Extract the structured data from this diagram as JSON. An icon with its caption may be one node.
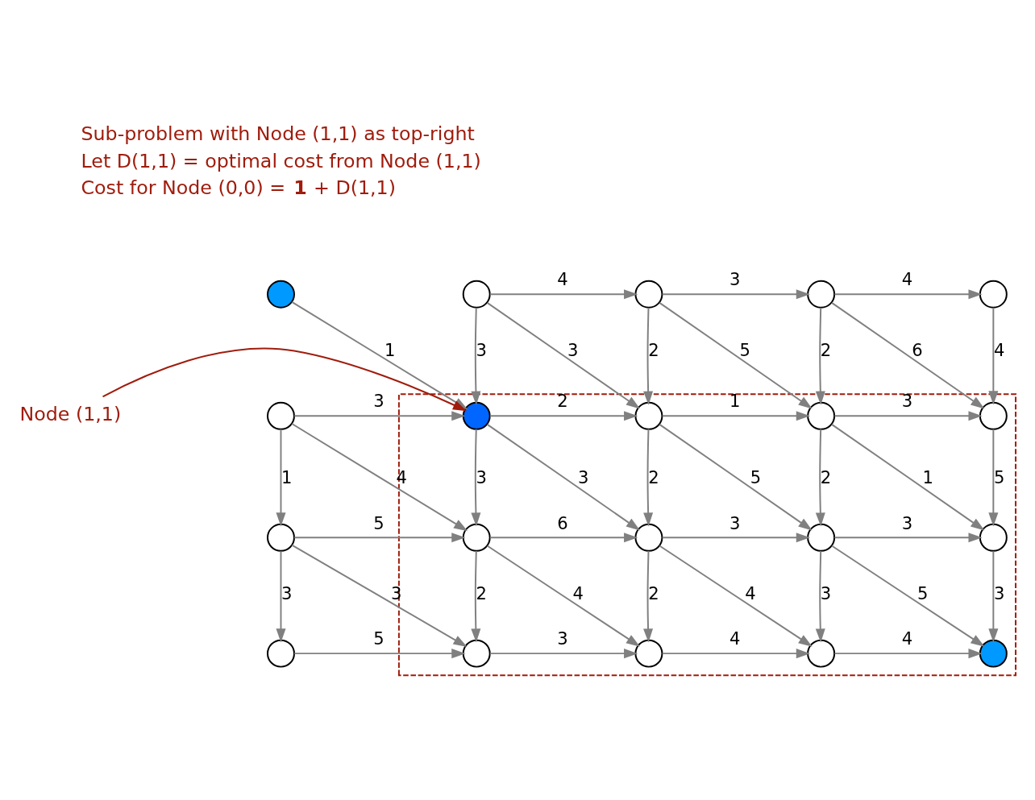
{
  "diagram": {
    "nodes": [
      {
        "text": [],
        "shape": "box"
      },
      {
        "text": [],
        "shape": "circle"
      },
      {
        "text": [],
        "shape": "circle"
      },
      {
        "text": [],
        "shape": "circle"
      },
      {
        "text": [],
        "shape": "circle"
      },
      {
        "text": [],
        "shape": "circle"
      },
      {
        "text": [],
        "shape": "circle"
      },
      {
        "text": [],
        "shape": "circle",
        "in": 0
      },
      {
        "text": [],
        "shape": "circle",
        "in": 0
      },
      {
        "text": [],
        "shape": "circle",
        "in": 0
      },
      {
        "text": [],
        "shape": "circle",
        "in": 0
      },
      {
        "text": [],
        "shape": "circle"
      },
      {
        "text": [],
        "shape": "circle",
        "in": 0
      },
      {
        "text": [],
        "shape": "circle",
        "in": 0
      },
      {
        "text": [],
        "shape": "circle",
        "in": 0
      },
      {
        "text": [],
        "shape": "circle",
        "in": 0
      },
      {
        "text": [],
        "shape": "circle"
      },
      {
        "text": [],
        "shape": "circle",
        "in": 0
      },
      {
        "text": [],
        "shape": "circle",
        "in": 0
      },
      {
        "text": [],
        "shape": "circle",
        "in": 0
      },
      {
        "text": [],
        "shape": "circle",
        "in": 0
      },
      {
        "text": [
          "Node (1,1)"
        ]
      }
    ],
    "edges": [
      {
        "from": 1,
        "to": 7,
        "arrow": "to",
        "label": "1"
      },
      {
        "from": 2,
        "to": 3,
        "arrow": "to",
        "label": "4"
      },
      {
        "from": 3,
        "to": 4,
        "arrow": "to",
        "label": "3"
      },
      {
        "from": 4,
        "to": 5,
        "arrow": "to",
        "label": "4"
      },
      {
        "from": 2,
        "to": 7,
        "arrow": "to",
        "label": "3"
      },
      {
        "from": 2,
        "to": 8,
        "arrow": "to",
        "label": "3"
      },
      {
        "from": 3,
        "to": 8,
        "arrow": "to",
        "label": "2"
      },
      {
        "from": 3,
        "to": 9,
        "arrow": "to",
        "label": "5"
      },
      {
        "from": 4,
        "to": 9,
        "arrow": "to",
        "label": "2"
      },
      {
        "from": 4,
        "to": 10,
        "arrow": "to",
        "label": "6"
      },
      {
        "from": 5,
        "to": 10,
        "arrow": "to",
        "label": "4"
      },
      {
        "from": 6,
        "to": 7,
        "arrow": "to",
        "label": "3"
      },
      {
        "from": 7,
        "to": 8,
        "arrow": "to",
        "label": "2"
      },
      {
        "from": 8,
        "to": 9,
        "arrow": "to",
        "label": "1"
      },
      {
        "from": 9,
        "to": 10,
        "arrow": "to",
        "label": "3"
      },
      {
        "from": 6,
        "to": 11,
        "arrow": "to",
        "label": "1"
      },
      {
        "from": 6,
        "to": 12,
        "arrow": "to",
        "label": "4"
      },
      {
        "from": 7,
        "to": 12,
        "arrow": "to",
        "label": "3"
      },
      {
        "from": 7,
        "to": 13,
        "arrow": "to",
        "label": "3"
      },
      {
        "from": 8,
        "to": 13,
        "arrow": "to",
        "label": "2"
      },
      {
        "from": 8,
        "to": 14,
        "arrow": "to",
        "label": "5"
      },
      {
        "from": 9,
        "to": 14,
        "arrow": "to",
        "label": "2"
      },
      {
        "from": 9,
        "to": 15,
        "arrow": "to",
        "label": "1"
      },
      {
        "from": 10,
        "to": 15,
        "arrow": "to",
        "label": "5"
      },
      {
        "from": 11,
        "to": 12,
        "arrow": "to",
        "label": "5"
      },
      {
        "from": 12,
        "to": 13,
        "arrow": "to",
        "label": "6"
      },
      {
        "from": 13,
        "to": 14,
        "arrow": "to",
        "label": "3"
      },
      {
        "from": 14,
        "to": 15,
        "arrow": "to",
        "label": "3"
      },
      {
        "from": 11,
        "to": 16,
        "arrow": "to",
        "label": "3"
      },
      {
        "from": 11,
        "to": 17,
        "arrow": "to",
        "label": "3"
      },
      {
        "from": 12,
        "to": 17,
        "arrow": "to",
        "label": "2"
      },
      {
        "from": 12,
        "to": 18,
        "arrow": "to",
        "label": "4"
      },
      {
        "from": 13,
        "to": 18,
        "arrow": "to",
        "label": "2"
      },
      {
        "from": 13,
        "to": 19,
        "arrow": "to",
        "label": "4"
      },
      {
        "from": 14,
        "to": 19,
        "arrow": "to",
        "label": "3"
      },
      {
        "from": 14,
        "to": 20,
        "arrow": "to",
        "label": "5"
      },
      {
        "from": 15,
        "to": 20,
        "arrow": "to",
        "label": "3"
      },
      {
        "from": 16,
        "to": 17,
        "arrow": "to",
        "label": "5"
      },
      {
        "from": 17,
        "to": 18,
        "arrow": "to",
        "label": "3"
      },
      {
        "from": 18,
        "to": 19,
        "arrow": "to",
        "label": "4"
      },
      {
        "from": 19,
        "to": 20,
        "arrow": "to",
        "label": "4"
      },
      {
        "from": 21,
        "to": 7,
        "arrow": "to",
        "color": "#a01c0c"
      }
    ],
    "labels": [
      "Sub-problem with Node (1,1) as top-right",
      "Let D(1,1) = optimal cost from Node (1,1)",
      "Cost for Node (0,0) = **1**  + D(1,1)"
    ]
  }
}
